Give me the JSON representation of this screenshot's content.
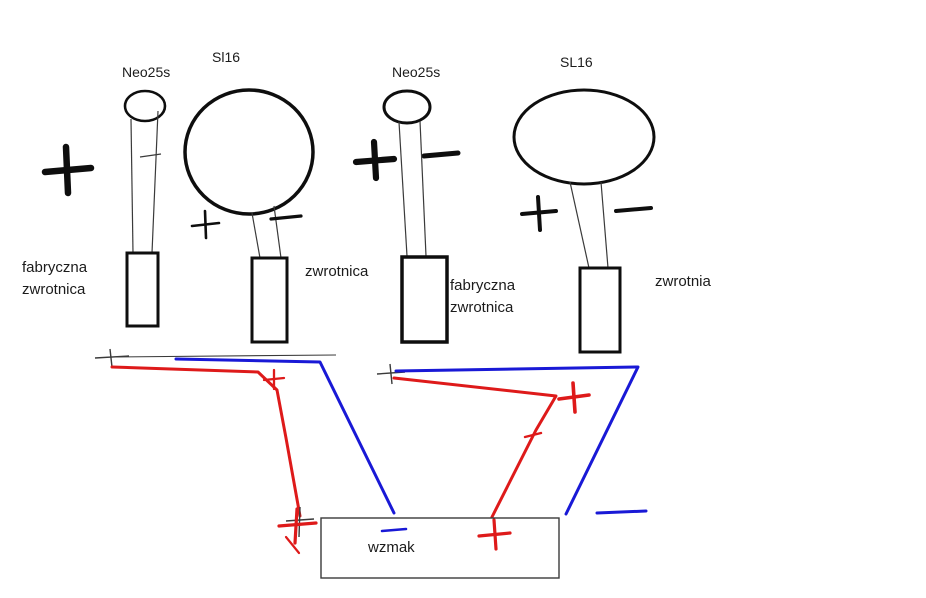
{
  "colors": {
    "ink": "#0e0e0e",
    "positive_wire_red": "#de1a1a",
    "negative_wire_blue": "#1919d6",
    "background": "#ffffff"
  },
  "speakers": {
    "left_tweeter": {
      "label": "Neo25s"
    },
    "left_woofer": {
      "label": "Sl16"
    },
    "right_tweeter": {
      "label": "Neo25s"
    },
    "right_woofer": {
      "label": "SL16"
    }
  },
  "crossovers": {
    "left_tweeter_line1": "fabryczna",
    "left_tweeter_line2": "zwrotnica",
    "left_woofer": "zwrotnica",
    "right_tweeter_line1": "fabryczna",
    "right_tweeter_line2": "zwrotnica",
    "right_woofer": "zwrotnia"
  },
  "amplifier": {
    "label": "wzmak"
  },
  "signs": {
    "plus": "+",
    "minus": "−"
  }
}
